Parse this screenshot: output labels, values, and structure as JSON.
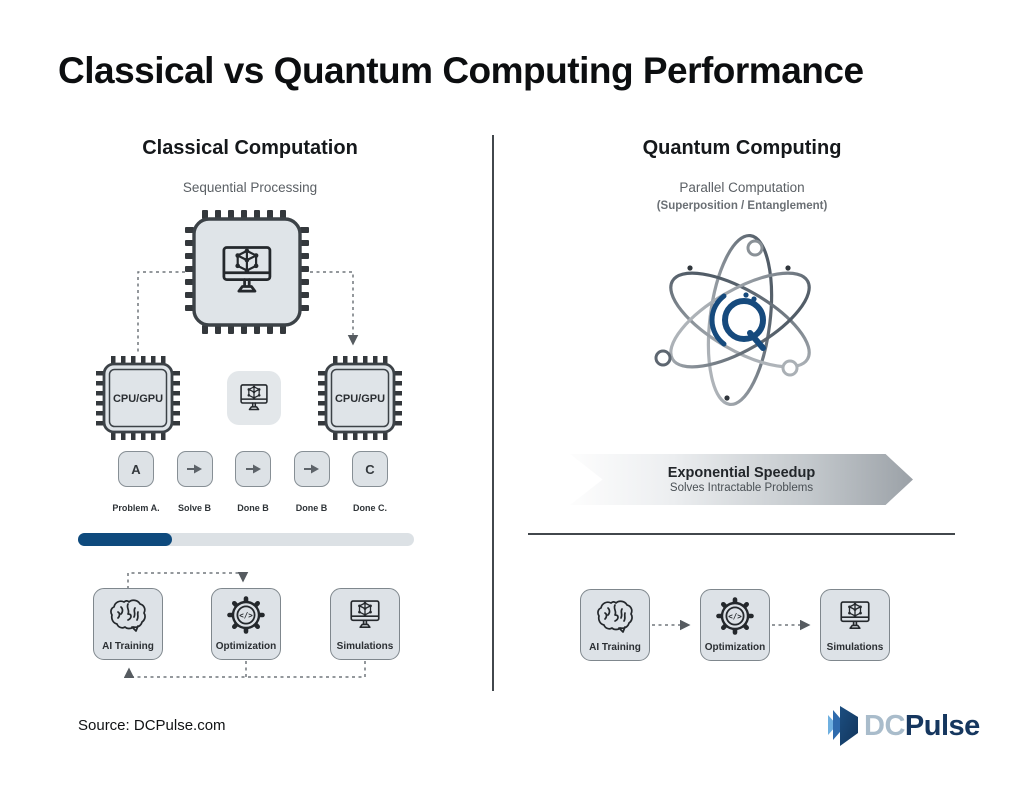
{
  "title": "Classical vs Quantum Computing Performance",
  "left": {
    "heading": "Classical Computation",
    "subheading": "Sequential Processing",
    "cpu_chip_label": "CPU/GPU",
    "steps": [
      {
        "glyph": "A",
        "label": "Problem A."
      },
      {
        "glyph": "",
        "label": "Solve B"
      },
      {
        "glyph": "",
        "label": "Done B"
      },
      {
        "glyph": "",
        "label": "Done B"
      },
      {
        "glyph": "C",
        "label": "Done C."
      }
    ],
    "progress_percent": 28,
    "apps": [
      {
        "label": "AI Training"
      },
      {
        "label": "Optimization"
      },
      {
        "label": "Simulations"
      }
    ]
  },
  "right": {
    "heading": "Quantum Computing",
    "subheading": "Parallel Computation",
    "subheading_detail": "(Superposition / Entanglement)",
    "banner": {
      "title": "Exponential Speedup",
      "subtitle": "Solves Intractable Problems"
    },
    "apps": [
      {
        "label": "AI Training"
      },
      {
        "label": "Optimization"
      },
      {
        "label": "Simulations"
      }
    ]
  },
  "footer": {
    "source": "Source: DCPulse.com",
    "logo": {
      "dc": "DC",
      "pulse": "Pulse"
    }
  },
  "colors": {
    "accent_blue": "#0e4a7d",
    "quantum_q_blue": "#164a7d",
    "logo_navy": "#16375f",
    "logo_steel": "#a9bccb",
    "box_fill": "#dde2e7",
    "ink": "#24282c"
  }
}
